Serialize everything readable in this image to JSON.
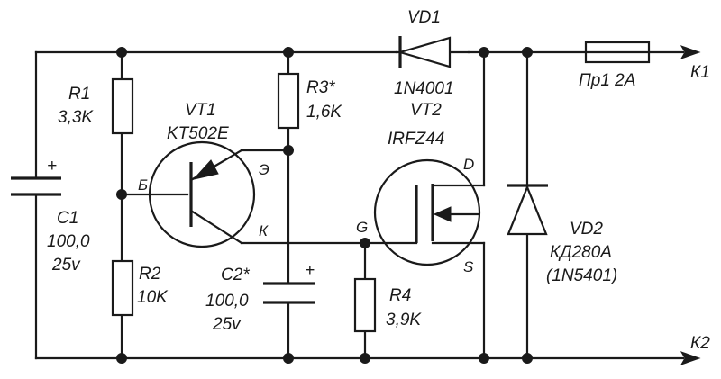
{
  "components": {
    "r1": {
      "ref": "R1",
      "value": "3,3K"
    },
    "r2": {
      "ref": "R2",
      "value": "10K"
    },
    "r3": {
      "ref": "R3*",
      "value": "1,6K"
    },
    "r4": {
      "ref": "R4",
      "value": "3,9K"
    },
    "c1": {
      "ref": "C1",
      "value": "100,0",
      "voltage": "25v",
      "polarity": "+"
    },
    "c2": {
      "ref": "C2*",
      "value": "100,0",
      "voltage": "25v",
      "polarity": "+"
    },
    "vt1": {
      "ref": "VT1",
      "part": "KT502E",
      "pin_base": "Б",
      "pin_emitter": "Э",
      "pin_collector": "К"
    },
    "vt2": {
      "ref": "VT2",
      "part": "IRFZ44",
      "pin_gate": "G",
      "pin_drain": "D",
      "pin_source": "S"
    },
    "vd1": {
      "ref": "VD1",
      "part": "1N4001"
    },
    "vd2": {
      "ref": "VD2",
      "part": "КД280А",
      "alt": "(1N5401)"
    },
    "fuse": {
      "label": "Пр1 2А"
    }
  },
  "terminals": {
    "k1": "К1",
    "k2": "К2"
  }
}
